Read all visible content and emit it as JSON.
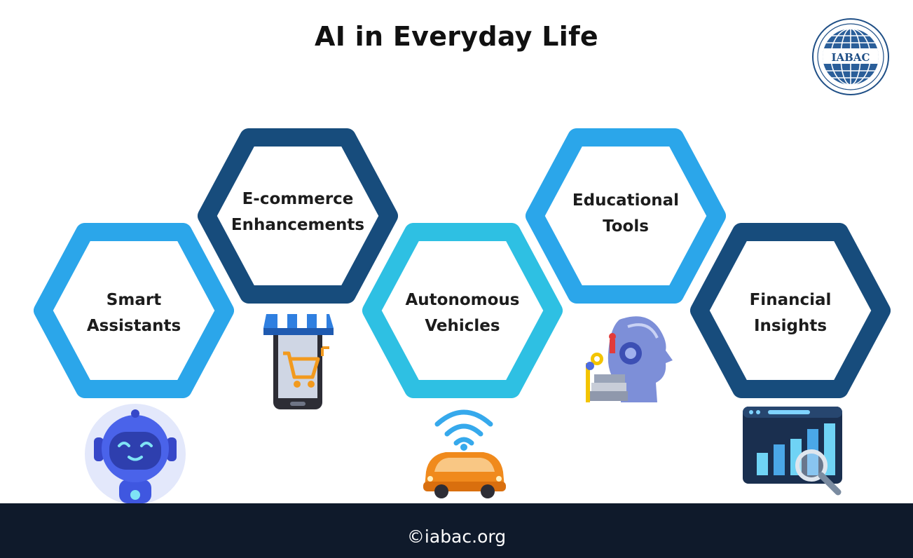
{
  "header": {
    "title": "AI in Everyday Life",
    "logo_text": "IABAC"
  },
  "items": [
    {
      "line1": "Smart",
      "line2": "Assistants",
      "icon": "robot-icon",
      "color": "#2ba6ea"
    },
    {
      "line1": "E-commerce",
      "line2": "Enhancements",
      "icon": "shopping-phone-icon",
      "color": "#174c7c"
    },
    {
      "line1": "Autonomous",
      "line2": "Vehicles",
      "icon": "connected-car-icon",
      "color": "#2ec0e3"
    },
    {
      "line1": "Educational",
      "line2": "Tools",
      "icon": "ai-head-icon",
      "color": "#2ba6ea"
    },
    {
      "line1": "Financial",
      "line2": "Insights",
      "icon": "analytics-chart-icon",
      "color": "#174c7c"
    }
  ],
  "footer": {
    "text": "©iabac.org",
    "background": "#0f1a2b"
  }
}
